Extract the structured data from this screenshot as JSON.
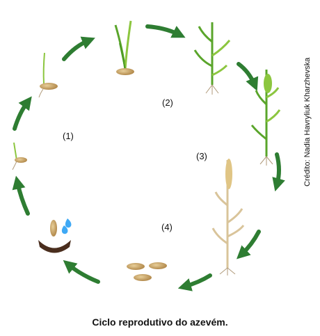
{
  "stage_labels": [
    "(1)",
    "(2)",
    "(3)",
    "(4)"
  ],
  "credit": "Crédito: Nadia Havryliuk Kharzhevska",
  "caption": "Ciclo reprodutivo do azevém.",
  "colors": {
    "arrow": "#2e7d32",
    "leaf": "#5aa52b",
    "leaf_light": "#8cc63f",
    "seed": "#c9a46a",
    "root": "#b09a7a",
    "mature_plant": "#d9c49a",
    "water": "#3fa9f5",
    "soil": "#4a2e1e"
  },
  "icons": [
    "cycle-arrow-icon",
    "seed-icon",
    "seedling-icon",
    "young-plant-icon",
    "flowering-plant-icon",
    "mature-plant-icon",
    "water-drop-icon",
    "soil-icon"
  ]
}
